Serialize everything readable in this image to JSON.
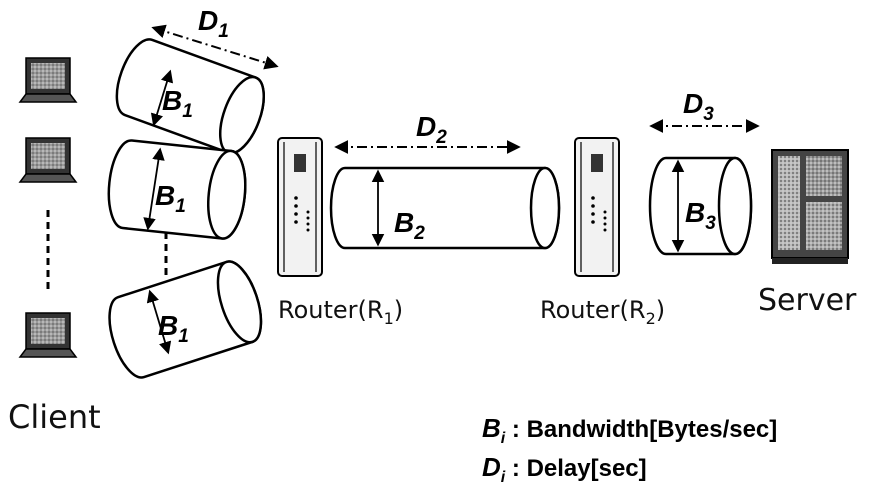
{
  "links": {
    "access": {
      "bandwidth": "B",
      "bandwidth_sub": "1",
      "delay": "D",
      "delay_sub": "1"
    },
    "core": {
      "bandwidth": "B",
      "bandwidth_sub": "2",
      "delay": "D",
      "delay_sub": "2"
    },
    "server": {
      "bandwidth": "B",
      "bandwidth_sub": "3",
      "delay": "D",
      "delay_sub": "3"
    }
  },
  "nodes": {
    "client": "Client",
    "router1": {
      "name": "Router(R",
      "sub": "1",
      "close": ")"
    },
    "router2": {
      "name": "Router(R",
      "sub": "2",
      "close": ")"
    },
    "server": "Server"
  },
  "legend": {
    "bandwidth": {
      "symbol": "B",
      "sub": "i",
      "text": " : Bandwidth[Bytes/sec]"
    },
    "delay": {
      "symbol": "D",
      "sub": "i",
      "text": " : Delay[sec]"
    }
  }
}
